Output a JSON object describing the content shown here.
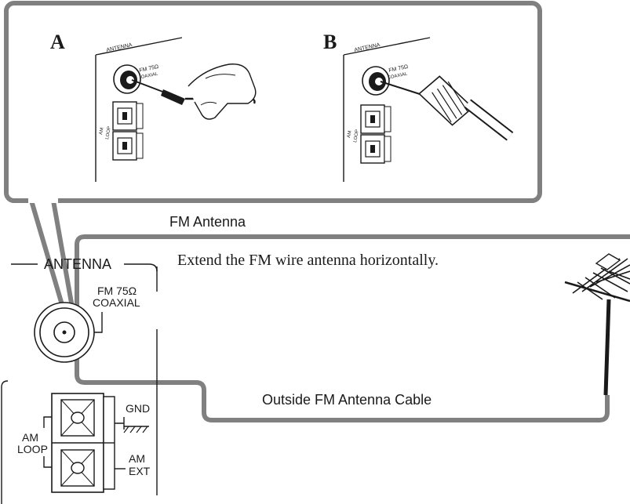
{
  "inset": {
    "panel_a": {
      "letter": "A",
      "antenna_label": "ANTENNA",
      "fm_label": "FM 75Ω",
      "coaxial_label": "COAXIAL",
      "am_label": "AM",
      "loop_label": "LOOP"
    },
    "panel_b": {
      "letter": "B",
      "antenna_label": "ANTENNA",
      "fm_label": "FM 75Ω",
      "coaxial_label": "COAXIAL",
      "am_label": "AM",
      "loop_label": "LOOP"
    }
  },
  "labels": {
    "fm_antenna": "FM Antenna",
    "instruction": "Extend the FM wire antenna horizontally.",
    "outside_cable": "Outside FM Antenna Cable"
  },
  "rear_panel": {
    "antenna_header": "ANTENNA",
    "fm_label": "FM  75Ω",
    "coaxial_label": "COAXIAL",
    "gnd_label": "GND",
    "am_loop_line1": "AM",
    "am_loop_line2": "LOOP",
    "am_ext_line1": "AM",
    "am_ext_line2": "EXT"
  },
  "colors": {
    "line": "#1a1a1a",
    "callout_border": "#808080",
    "text": "#1a1a1a",
    "background": "#ffffff"
  },
  "icons": [
    "coaxial-jack-icon",
    "wire-antenna-plug-icon",
    "coaxial-cable-plug-icon",
    "spring-terminal-icon",
    "ground-symbol-icon",
    "outdoor-antenna-icon"
  ]
}
